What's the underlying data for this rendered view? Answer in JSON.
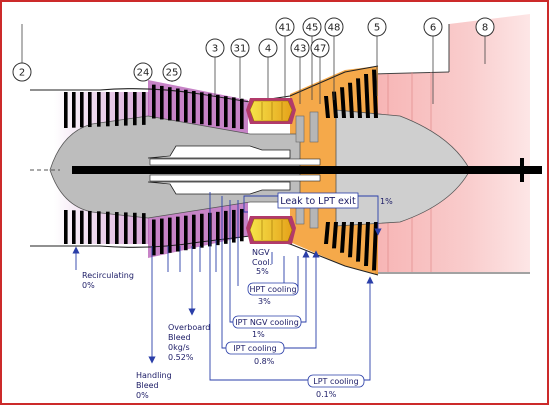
{
  "stations": [
    {
      "id": "station-2",
      "label": "2"
    },
    {
      "id": "station-24",
      "label": "24"
    },
    {
      "id": "station-25",
      "label": "25"
    },
    {
      "id": "station-3",
      "label": "3"
    },
    {
      "id": "station-31",
      "label": "31"
    },
    {
      "id": "station-4",
      "label": "4"
    },
    {
      "id": "station-41",
      "label": "41"
    },
    {
      "id": "station-43",
      "label": "43"
    },
    {
      "id": "station-45",
      "label": "45"
    },
    {
      "id": "station-47",
      "label": "47"
    },
    {
      "id": "station-48",
      "label": "48"
    },
    {
      "id": "station-5",
      "label": "5"
    },
    {
      "id": "station-6",
      "label": "6"
    },
    {
      "id": "station-8",
      "label": "8"
    }
  ],
  "flows": {
    "leak": {
      "label": "Leak to LPT exit",
      "value": "1%"
    },
    "recirculating": {
      "label": "Recirculating",
      "value": "0%"
    },
    "ngv_cool": {
      "label": "NGV\nCool.",
      "value": "5%"
    },
    "hpt_cooling": {
      "label": "HPT cooling",
      "value": "3%"
    },
    "ipt_ngv_cooling": {
      "label": "IPT NGV cooling",
      "value": "1%"
    },
    "ipt_cooling": {
      "label": "IPT cooling",
      "value": "0.8%"
    },
    "lpt_cooling": {
      "label": "LPT cooling",
      "value": "0.1%"
    },
    "overboard_bleed": {
      "label": "Overboard\nBleed",
      "value_1": "0kg/s",
      "value_2": "0.52%"
    },
    "handling_bleed": {
      "label": "Handling\nBleed",
      "value": "0%"
    }
  },
  "colors": {
    "frame": "#cc2a2a",
    "compressor_purple": "#b45ab4",
    "combustor_yellow": "#f0c21f",
    "turbine_orange": "#f39a2a",
    "exhaust_pink": "#f6c2c2",
    "arrow_blue": "#2a3ea8",
    "grey": "#a9a9a9",
    "black": "#000000"
  }
}
